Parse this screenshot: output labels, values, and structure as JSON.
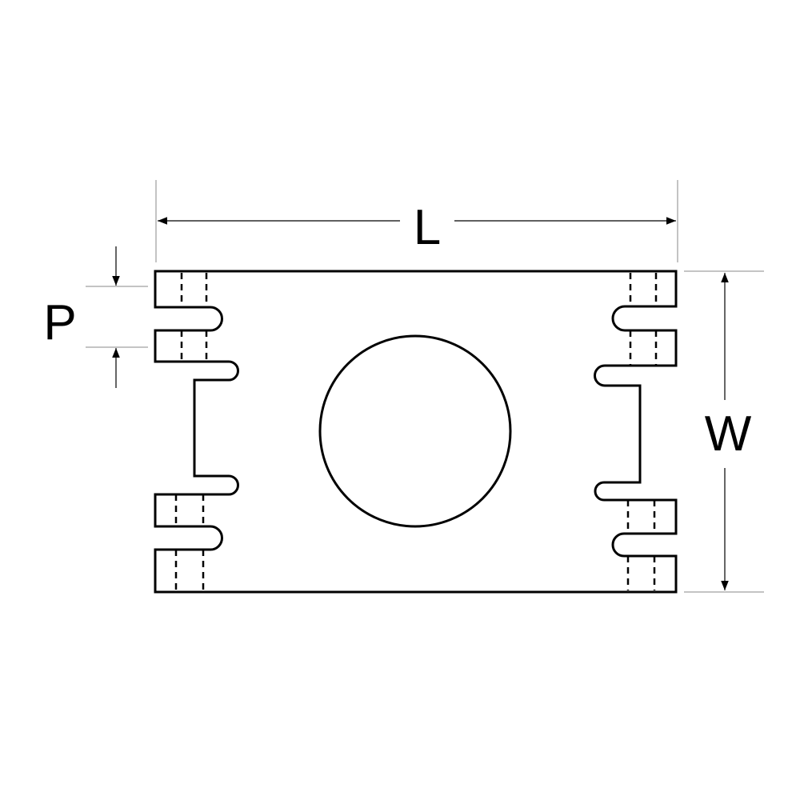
{
  "diagram": {
    "type": "dimension drawing",
    "labels": {
      "length": "L",
      "width": "W",
      "pitch": "P"
    },
    "colors": {
      "line": "#000000",
      "extension": "#888888",
      "background": "#ffffff"
    }
  }
}
